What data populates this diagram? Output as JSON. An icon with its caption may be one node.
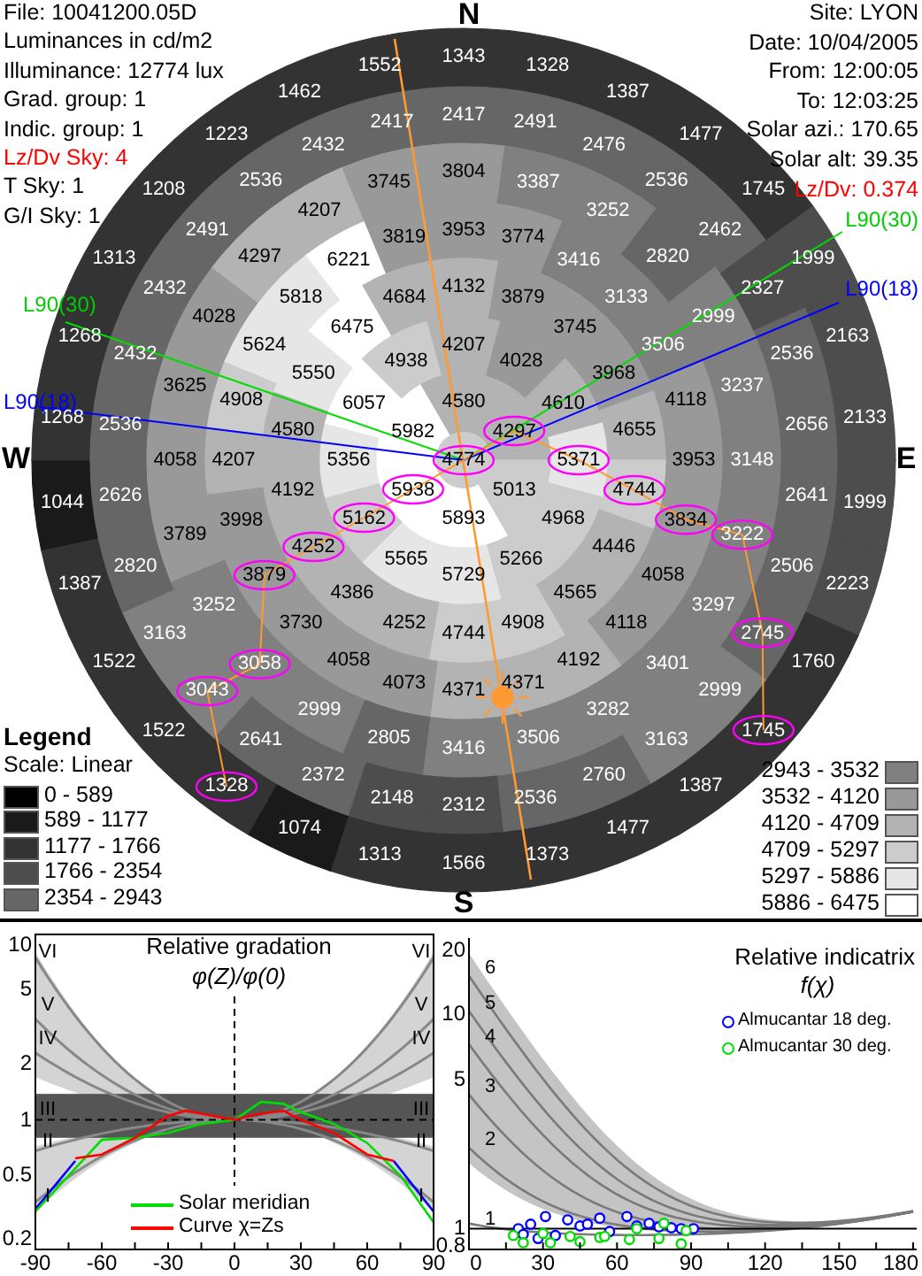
{
  "diagram": {
    "labels": [
      "File: 10041200.05D",
      "Luminances in cd/m2",
      "Illuminance: 12774 lux",
      "Grad. group: 1",
      "Indic. group: 1",
      "Lz/Dv Sky: 4",
      "T Sky: 1",
      "G/I Sky: 1",
      "Site: LYON",
      "Date: 10/04/2005",
      "From: 12:00:05",
      "To: 12:03:25",
      "Solar azi.: 170.65",
      "Solar alt: 39.35",
      "Lz/Dv: 0.374",
      "N",
      "1343",
      "1328",
      "1387",
      "1477",
      "1745",
      "1999",
      "2163",
      "2133",
      "1999",
      "2223",
      "1760",
      "1745",
      "1387",
      "1477",
      "1373",
      "1566",
      "1313",
      "1074",
      "1328",
      "1522",
      "1522",
      "1387",
      "1044",
      "1268",
      "1268",
      "1313",
      "1208",
      "1223",
      "1462",
      "1552",
      "2417",
      "2491",
      "2476",
      "2536",
      "2462",
      "2327",
      "2536",
      "2656",
      "2641",
      "2506",
      "2745",
      "2999",
      "3163",
      "2760",
      "2536",
      "2312",
      "2148",
      "2372",
      "2641",
      "3043",
      "3163",
      "2820",
      "2626",
      "2536",
      "2432",
      "2432",
      "2491",
      "2536",
      "2432",
      "2417",
      "3804",
      "3387",
      "3252",
      "2820",
      "2999",
      "3237",
      "3148",
      "3222",
      "3297",
      "3401",
      "3282",
      "3506",
      "3416",
      "2805",
      "2999",
      "3058",
      "3252",
      "3789",
      "4058",
      "3625",
      "4028",
      "4297",
      "4207",
      "3745",
      "3953",
      "3774",
      "3416",
      "3133",
      "3506",
      "4118",
      "3953",
      "3834",
      "4058",
      "4118",
      "4192",
      "4371",
      "4371",
      "4073",
      "4058",
      "3730",
      "3879",
      "3998",
      "4207",
      "4908",
      "5624",
      "5818",
      "6221",
      "3819",
      "4132",
      "3879",
      "3745",
      "3968",
      "4655",
      "4744",
      "4446",
      "4565",
      "4908",
      "4744",
      "4252",
      "4386",
      "4252",
      "4192",
      "4580",
      "5550",
      "6475",
      "4684",
      "4207",
      "4028",
      "4610",
      "5371",
      "4968",
      "5266",
      "5729",
      "5565",
      "5162",
      "5356",
      "6057",
      "4938",
      "4580",
      "4297",
      "5013",
      "5893",
      "5938",
      "5982",
      "4774",
      "L90(30)",
      "L90(18)",
      "L90(30)",
      "L90(18)",
      "W",
      "E",
      "S",
      "Legend",
      "Scale: Linear",
      "Relative gradation",
      "φ(Z)/φ(0)",
      "VI",
      "VI",
      "V",
      "V",
      "IV",
      "IV",
      "III",
      "III",
      "II",
      "II",
      "I",
      "I",
      "10",
      "5",
      "2",
      "1",
      "0.5",
      "0.2",
      "-90",
      "-60",
      "-30",
      "0",
      "30",
      "60",
      "90",
      "Relative indicatrix",
      "f(χ)",
      "6",
      "5",
      "4",
      "3",
      "2",
      "1",
      "20",
      "10",
      "5",
      "1",
      "0.8",
      "0",
      "30",
      "60",
      "90",
      "120",
      "150",
      "180"
    ],
    "legend": [
      {
        "text": "0 - 589",
        "color": "#000000"
      },
      {
        "text": "589 - 1177",
        "color": "#1a1a1a"
      },
      {
        "text": "1177 - 1766",
        "color": "#333333"
      },
      {
        "text": "1766 - 2354",
        "color": "#4d4d4d"
      },
      {
        "text": "2354 - 2943",
        "color": "#666666"
      },
      {
        "text": "2943 - 3532",
        "color": "#808080"
      },
      {
        "text": "3532 - 4120",
        "color": "#999999"
      },
      {
        "text": "4120 - 4709",
        "color": "#b3b3b3"
      },
      {
        "text": "4709 - 5297",
        "color": "#cccccc"
      },
      {
        "text": "5297 - 5886",
        "color": "#e6e6e6"
      },
      {
        "text": "5886 - 6475",
        "color": "#ffffff"
      },
      {
        "text": "Solar meridian"
      },
      {
        "text": "Curve χ=Zs"
      },
      {
        "text": "Almucantar 18 deg."
      },
      {
        "text": "Almucantar 30 deg."
      }
    ]
  }
}
